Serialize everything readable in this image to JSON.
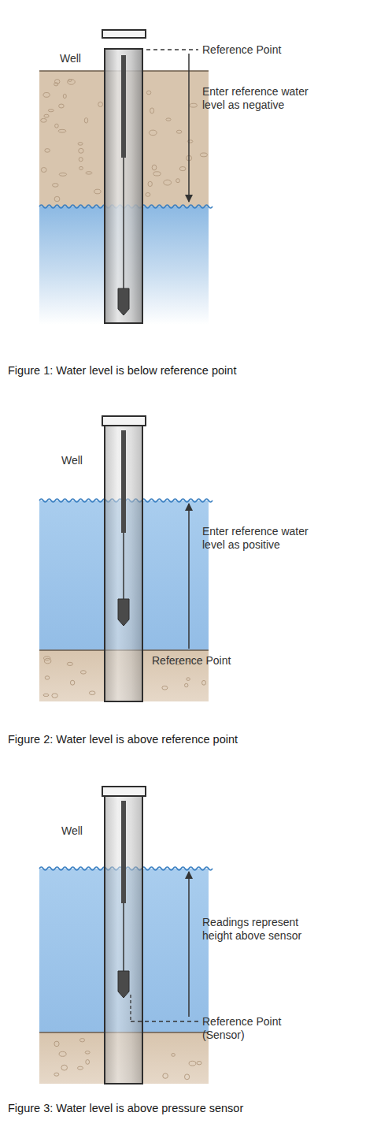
{
  "diagram": {
    "labels": [
      "Reference Point",
      "Well",
      "Enter reference water level as negative",
      "Figure 1: Water level is below reference point",
      "Well",
      "Enter reference water level as positive",
      "Reference Point",
      "Figure 2: Water level is above reference point",
      "Well",
      "Readings represent height above sensor",
      "Reference Point (Sensor)",
      "Figure 3: Water level is above pressure sensor"
    ]
  }
}
